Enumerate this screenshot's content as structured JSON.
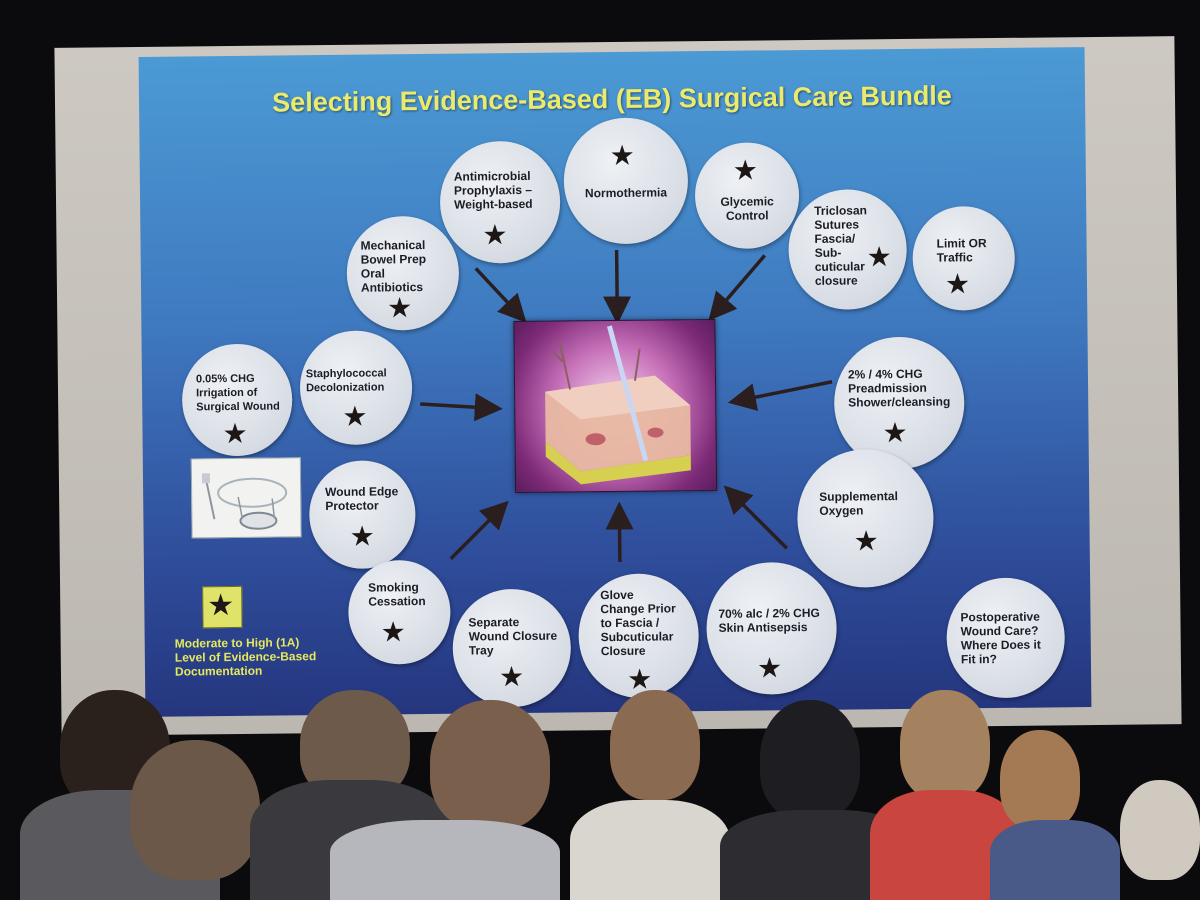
{
  "slide": {
    "title": "Selecting Evidence-Based (EB) Surgical Care Bundle",
    "bubbles": [
      {
        "id": "antimicrobial",
        "label": "Antimicrobial\nProphylaxis –\nWeight-based",
        "star": true
      },
      {
        "id": "normothermia",
        "label": "Normothermia",
        "star": true
      },
      {
        "id": "glycemic",
        "label": "Glycemic\nControl",
        "star": true
      },
      {
        "id": "triclosan",
        "label": "Triclosan\nSutures\nFascia/\nSub-\ncuticular\nclosure",
        "star": true
      },
      {
        "id": "limit-or",
        "label": "Limit OR\nTraffic",
        "star": true
      },
      {
        "id": "bowel-prep",
        "label": "Mechanical\nBowel Prep\nOral\nAntibiotics",
        "star": true
      },
      {
        "id": "chg-irrigation",
        "label": "0.05% CHG\nIrrigation of\nSurgical Wound",
        "star": true
      },
      {
        "id": "staph",
        "label": "Staphylococcal\nDecolonization",
        "star": true
      },
      {
        "id": "chg-shower",
        "label": "2% / 4% CHG\nPreadmission\nShower/cleansing",
        "star": true
      },
      {
        "id": "wound-edge",
        "label": "Wound Edge\nProtector",
        "star": true
      },
      {
        "id": "oxygen",
        "label": "Supplemental\nOxygen",
        "star": true
      },
      {
        "id": "smoking",
        "label": "Smoking\nCessation",
        "star": true
      },
      {
        "id": "closure-tray",
        "label": "Separate\nWound Closure\nTray",
        "star": true
      },
      {
        "id": "glove-change",
        "label": "Glove\nChange Prior\nto Fascia /\nSubcuticular\nClosure",
        "star": true
      },
      {
        "id": "skin-antisepsis",
        "label": "70% alc / 2% CHG\nSkin Antisepsis",
        "star": true
      },
      {
        "id": "postop",
        "label": "Postoperative\nWound Care?\nWhere Does it\nFit in?",
        "star": false
      }
    ],
    "legend": {
      "symbol": "★",
      "text": "Moderate to High (1A)\nLevel of Evidence-Based\nDocumentation"
    },
    "star_symbol": "★"
  },
  "colors": {
    "title": "#ecea6a",
    "legend_text": "#e6e85e",
    "arrow": "#2a1e1e"
  }
}
